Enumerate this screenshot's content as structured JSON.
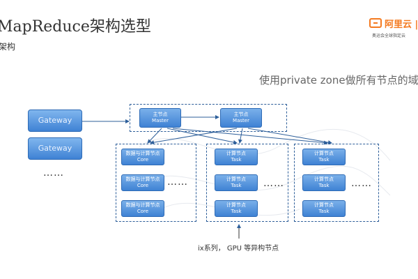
{
  "header": {
    "title": "MapReduce架构选型",
    "subtitle": "架构"
  },
  "logo": {
    "brand": "阿里云 |",
    "tagline": "奥运会全球指定云"
  },
  "note": "使用private zone做所有节点的域名",
  "gateways": [
    "Gateway",
    "Gateway"
  ],
  "gateway_dots": "……",
  "masters": [
    {
      "line1": "主节点",
      "line2": "Master"
    },
    {
      "line1": "主节点",
      "line2": "Master"
    }
  ],
  "core_group": {
    "nodes": [
      {
        "line1": "数据与计算节点",
        "line2": "Core"
      },
      {
        "line1": "数据与计算节点",
        "line2": "Core"
      },
      {
        "line1": "数据与计算节点",
        "line2": "Core"
      }
    ],
    "dots": "……"
  },
  "task_group_1": {
    "nodes": [
      {
        "line1": "计算节点",
        "line2": "Task"
      },
      {
        "line1": "计算节点",
        "line2": "Task"
      },
      {
        "line1": "计算节点",
        "line2": "Task"
      }
    ],
    "dots": "……"
  },
  "task_group_2": {
    "nodes": [
      {
        "line1": "计算节点",
        "line2": "Task"
      },
      {
        "line1": "计算节点",
        "line2": "Task"
      },
      {
        "line1": "计算节点",
        "line2": "Task"
      }
    ],
    "dots": "……"
  },
  "caption": "ix系列， GPU 等异构节点",
  "colors": {
    "node_fill": "#4a8ad8",
    "node_border": "#2d6ab5",
    "dashed_border": "#2e5f9a",
    "logo_orange": "#f47a20"
  }
}
